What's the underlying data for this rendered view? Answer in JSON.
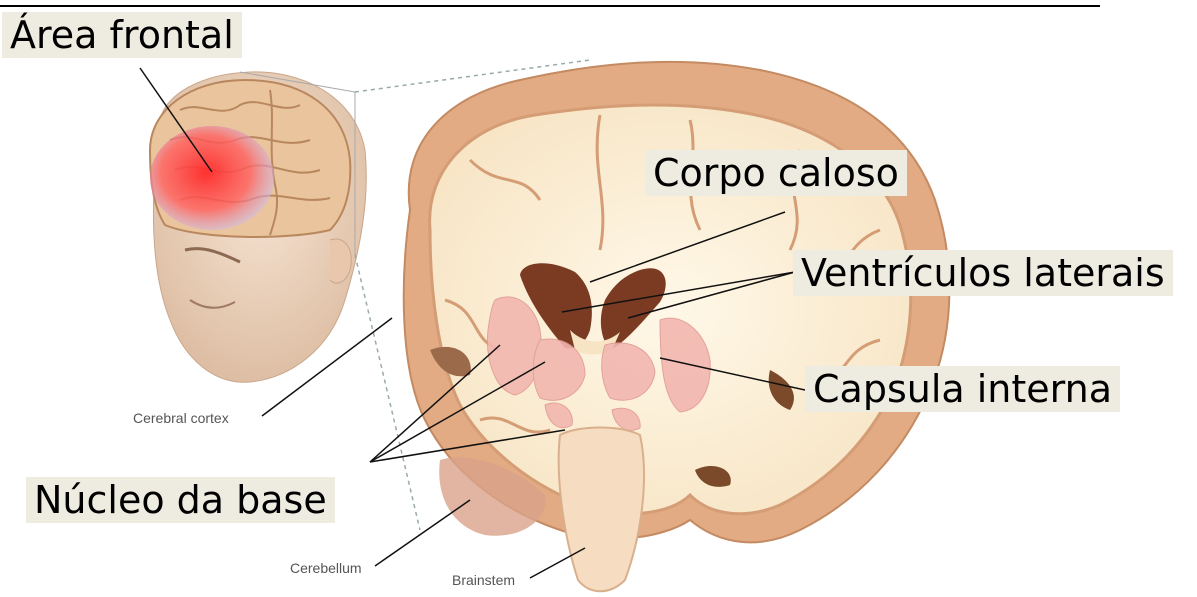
{
  "labels": {
    "area_frontal": "Área frontal",
    "corpo_caloso": "Corpo caloso",
    "ventriculos": "Ventrículos laterais",
    "capsula": "Capsula interna",
    "nucleo": "Núcleo da base",
    "cerebral_cortex": "Cerebral cortex",
    "cerebellum": "Cerebellum",
    "brainstem": "Brainstem"
  },
  "colors": {
    "label_background": "#eeece1",
    "cortex": "#d9a07a",
    "white_matter": "#fbf1dc",
    "ventricle": "#7a3b22",
    "nuclei": "#f2b7b0",
    "frontal_highlight": "#ff3b3b",
    "skin": "#f0d9c4"
  }
}
